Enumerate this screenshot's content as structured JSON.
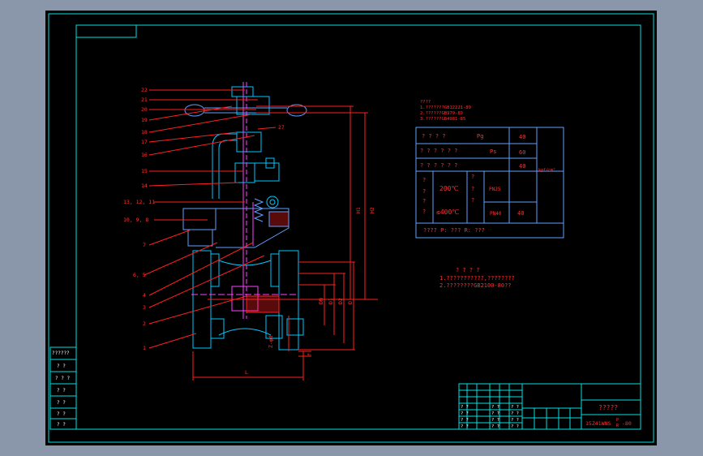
{
  "colors": {
    "frame": "#00e0e0",
    "leader": "#ff2020",
    "valve_body": "#00c8ff",
    "flange": "#5fa0ff",
    "stem": "#ff40ff",
    "note_text": "#ff3030",
    "background": "#000000",
    "window": "#8a97ab"
  },
  "parts": {
    "p22": "22",
    "p21": "21",
    "p20": "20",
    "p19": "19",
    "p18": "18",
    "p17": "17",
    "p16": "16",
    "p15": "15",
    "p14": "14",
    "p13": "13, 12, 11",
    "p10": "10, 9, 8",
    "p7": "7",
    "p6": "6, 5",
    "p4": "4",
    "p3": "3",
    "p2": "2",
    "p1": "1",
    "p27": "27"
  },
  "dims": {
    "H1": "H1",
    "H2": "H2",
    "DN": "DN",
    "D1": "D1",
    "D2": "D2",
    "D": "D",
    "f": "f",
    "Zd": "Z-φd",
    "L": "L"
  },
  "tech_notes": {
    "title": "????",
    "line1": "1.???????GB12221-89",
    "line2": "2.??????GB979-89",
    "line3": "3.??????GB4981-85"
  },
  "spec_table": {
    "row1_label": "? ? ? ?",
    "row1_unit": "Pg",
    "row1_value": "40",
    "row2_label": "? ? ? ? ? ?",
    "row2_unit": "Ps",
    "row2_value": "60",
    "row3_label": "? ? ? ? ? ?",
    "row3_value": "40",
    "unit_note": "kgf/cm²",
    "medium_label_1": "?",
    "medium_label_2": "?",
    "medium_label_3": "?",
    "medium_label_4": "?",
    "temp1": "200℃",
    "temp2": "≤400℃",
    "rank1": "PN25",
    "rank2": "PN40",
    "rank2_value": "40",
    "col_q1": "?",
    "col_q2": "?",
    "col_q3": "?",
    "footer": "????      P: ???  R: ???"
  },
  "requirements": {
    "title": "? ? ? ?",
    "line1": "1.???????????,????????",
    "line2": "2.????????GB2100-80??"
  },
  "left_strip": [
    "??????",
    "? ?",
    "? ? ?",
    "? ?",
    "? ?",
    "? ?",
    "? ?"
  ],
  "title_block": {
    "name": "?????",
    "drawing_no": "15Z41WNS",
    "suffix": "-80",
    "fraction_top": "P",
    "fraction_bottom": "R",
    "rows": [
      [
        "? ?",
        "? ?",
        "? ?"
      ],
      [
        "? ?",
        "? ?",
        "? ?"
      ],
      [
        "? ?",
        "? ?",
        "? ?"
      ],
      [
        "? ?",
        "? ?",
        "? ?"
      ]
    ]
  }
}
